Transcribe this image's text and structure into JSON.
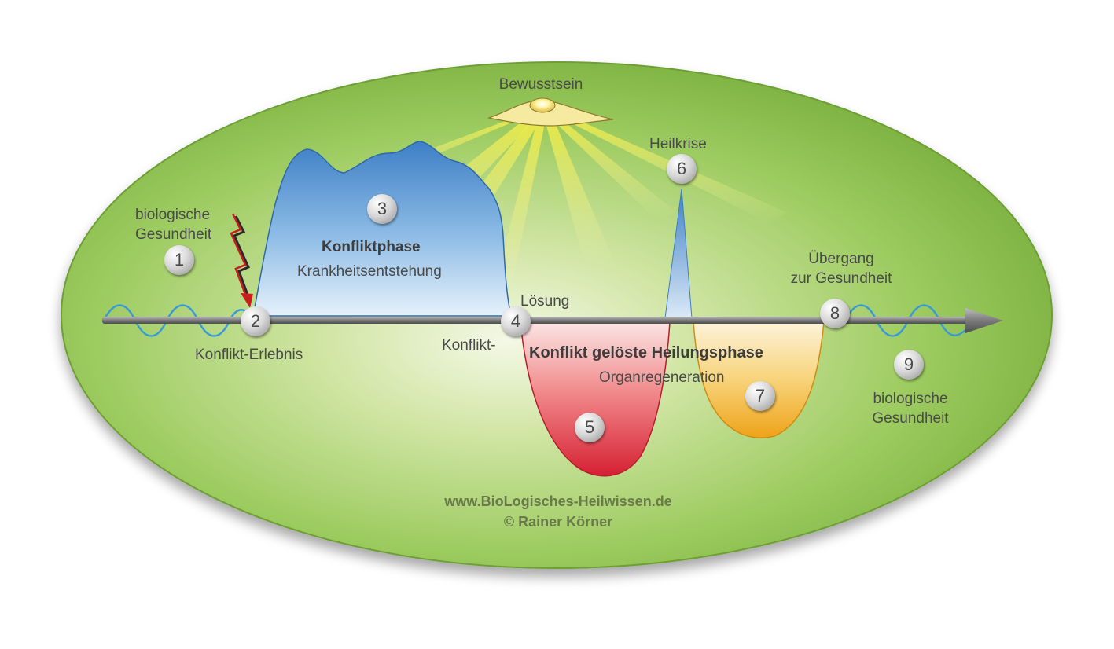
{
  "labels": {
    "bewusstsein": "Bewusstsein",
    "heilkrise": "Heilkrise",
    "bio_gesundheit_left_1": "biologische",
    "bio_gesundheit_left_2": "Gesundheit",
    "konfliktphase": "Konfliktphase",
    "krankheitsentstehung": "Krankheitsentstehung",
    "uebergang_1": "Übergang",
    "uebergang_2": "zur Gesundheit",
    "loesung": "Lösung",
    "konflikt_erlebnis": "Konflikt-Erlebnis",
    "konflikt_hyphen": "Konflikt-",
    "heilungsphase": "Konflikt gelöste Heilungsphase",
    "organregeneration": "Organregeneration",
    "bio_gesundheit_right_1": "biologische",
    "bio_gesundheit_right_2": "Gesundheit"
  },
  "markers": [
    "1",
    "2",
    "3",
    "4",
    "5",
    "6",
    "7",
    "8",
    "9"
  ],
  "credits": {
    "url": "www.BioLogisches-Heilwissen.de",
    "copyright": "© Rainer Körner"
  },
  "colors": {
    "ellipse": "#8cc04e",
    "conflict_phase": "#4f8fd0",
    "healing_phase": "#e0333e",
    "recovery_phase": "#f0b020",
    "light_rays": "#ffee33",
    "wave": "#3a9ad8",
    "arrow": "#7d7d7d",
    "lightning": "#c81e1e"
  }
}
